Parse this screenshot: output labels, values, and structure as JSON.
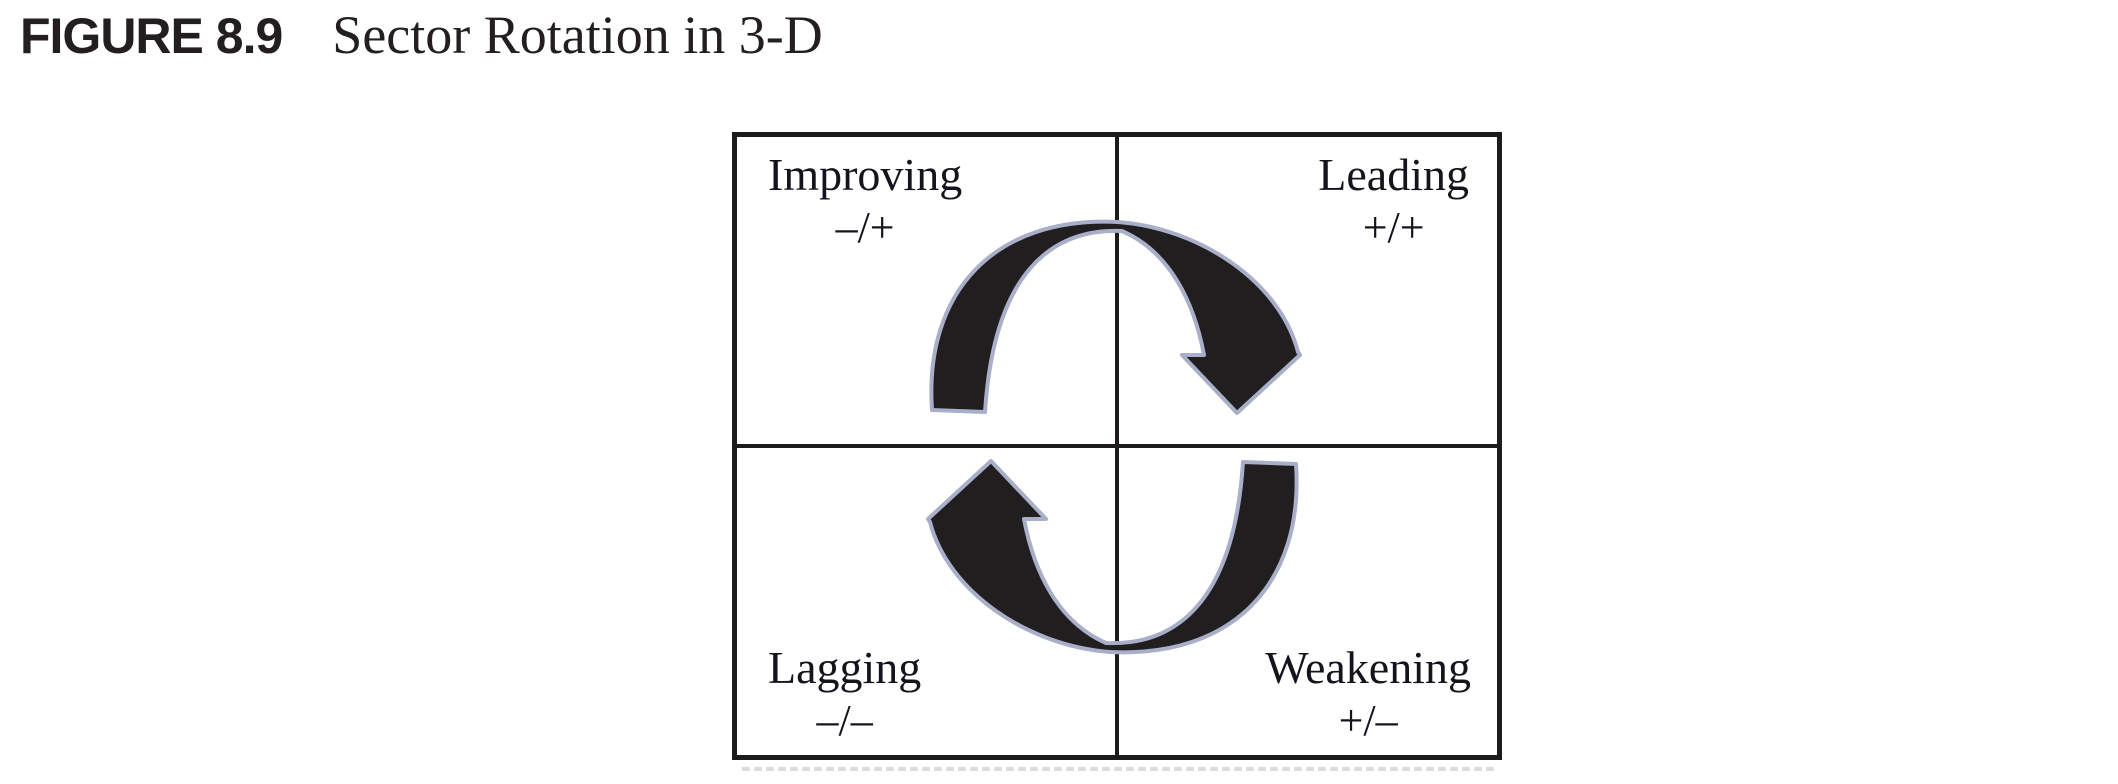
{
  "figure": {
    "label": "FIGURE 8.9",
    "title": "Sector Rotation in 3-D"
  },
  "quadrants": {
    "top_left": {
      "name": "Improving",
      "sign": "–/+"
    },
    "top_right": {
      "name": "Leading",
      "sign": "+/+"
    },
    "bottom_left": {
      "name": "Lagging",
      "sign": "–/–"
    },
    "bottom_right": {
      "name": "Weakening",
      "sign": "+/–"
    }
  },
  "arrows": [
    {
      "id": "top",
      "from": "Improving",
      "to": "Leading",
      "direction": "clockwise"
    },
    {
      "id": "bottom",
      "from": "Weakening",
      "to": "Lagging",
      "direction": "clockwise"
    }
  ],
  "colors": {
    "arrow_fill": "#211e1f",
    "arrow_outline": "#a9aec9",
    "line": "#1d1b1c",
    "text": "#15141d",
    "caption": "#231f20"
  }
}
